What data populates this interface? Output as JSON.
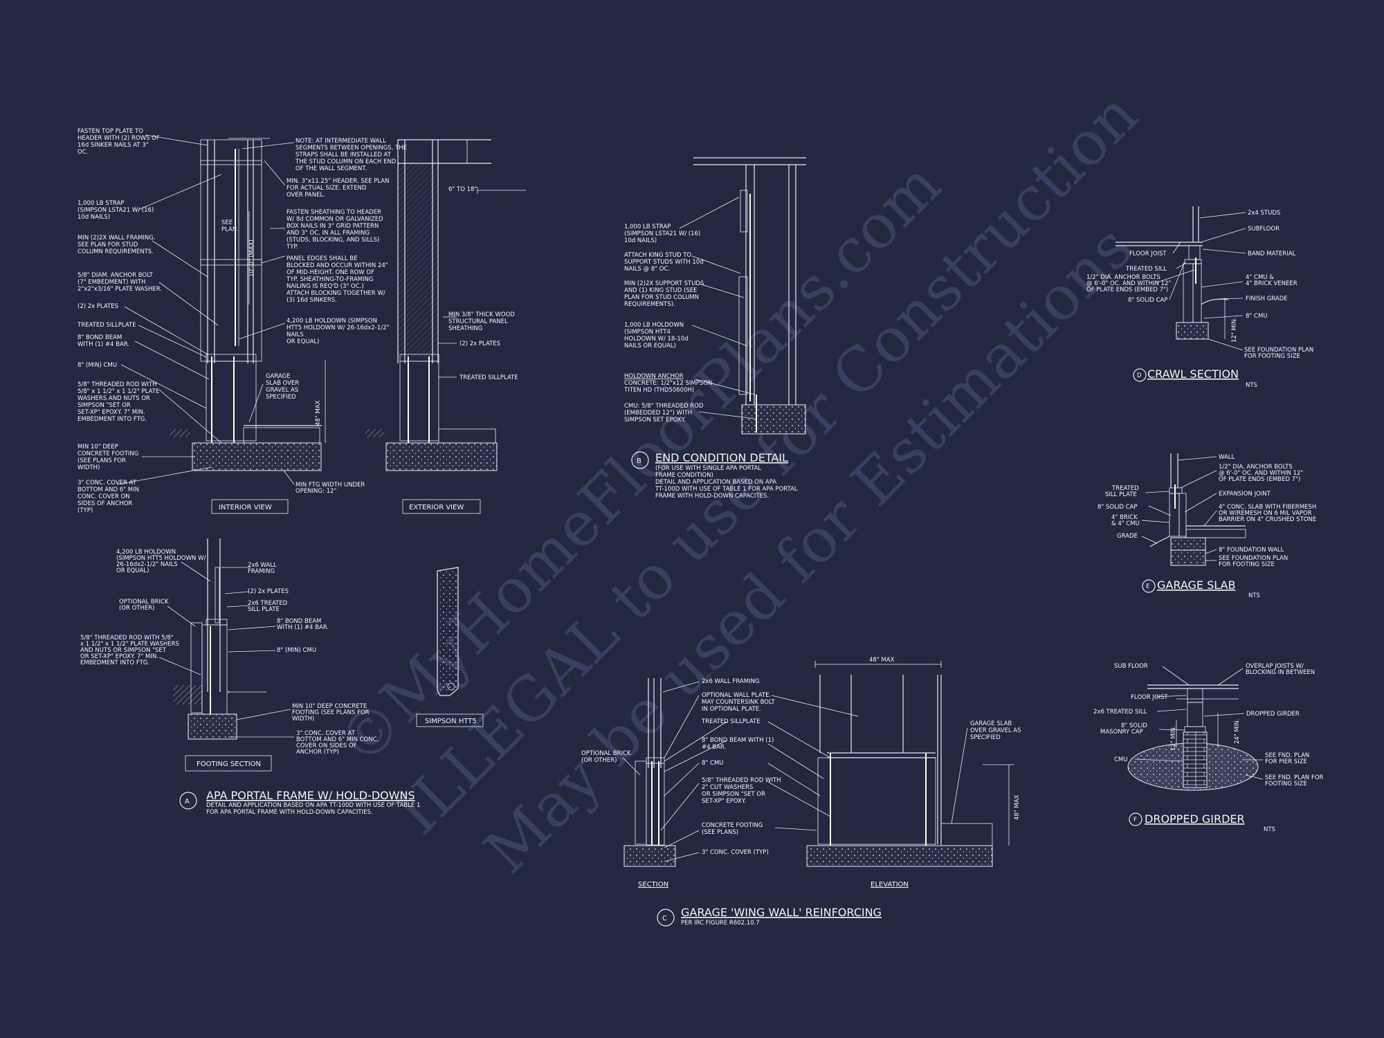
{
  "colors": {
    "background": "#232a3f",
    "linework": "#e8eaf2",
    "watermark": "#3a4360"
  },
  "watermark": {
    "line1": "©MyHomeFloorPlans.com",
    "line2": "ILLEGAL to use for Construction",
    "line3": "May be used for Estimations"
  },
  "detail_a": {
    "marker": "A",
    "title": "APA PORTAL FRAME W/ HOLD-DOWNS",
    "subtitle1": "DETAIL AND APPLICATION BASED ON APA TT-100D WITH USE OF TABLE 1",
    "subtitle2": "FOR APA PORTAL FRAME WITH HOLD-DOWN CAPACITIES.",
    "interior_view": "INTERIOR VIEW",
    "exterior_view": "EXTERIOR VIEW",
    "footing_section": "FOOTING SECTION",
    "simpson_htt5": "SIMPSON HTT5",
    "see_plan": [
      "SEE",
      "PLAN"
    ],
    "dim_max": "10'-0\" (MAX)",
    "dim_6to18": "6\" TO 18\"",
    "dim_48max": "48\" MAX",
    "left_notes": [
      [
        "FASTEN TOP PLATE TO",
        "HEADER WITH (2) ROWS OF",
        "16d SINKER NAILS AT 3\"",
        "OC."
      ],
      [
        "1,000 LB STRAP",
        "(SIMPSON LSTA21 W/ (16)",
        "10d NAILS)"
      ],
      [
        "MIN (2)2X WALL FRAMING.",
        "SEE PLAN FOR STUD",
        "COLUMN REQUIREMENTS."
      ],
      [
        "5/8\" DIAM. ANCHOR BOLT",
        "(7\" EMBEDMENT) WITH",
        "2\"x2\"x3/16\" PLATE WASHER."
      ],
      [
        "(2) 2x PLATES"
      ],
      [
        "TREATED SILLPLATE"
      ],
      [
        "8\" BOND BEAM",
        "WITH (1) #4 BAR."
      ],
      [
        "8\" (MIN) CMU"
      ],
      [
        "5/8\" THREADED ROD WITH",
        "5/8\" x 1 1/2\" x 1 1/2\" PLATE",
        "WASHERS AND NUTS OR",
        "SIMPSON \"SET OR",
        "SET-XP\" EPOXY. 7\" MIN.",
        "EMBEDMENT INTO FTG."
      ],
      [
        "MIN 10\" DEEP",
        "CONCRETE FOOTING",
        "(SEE PLANS FOR",
        "WIDTH)"
      ],
      [
        "3\" CONC. COVER AT",
        "BOTTOM AND 6\" MIN",
        "CONC. COVER ON",
        "SIDES OF ANCHOR",
        "(TYP)"
      ]
    ],
    "mid_notes": [
      [
        "NOTE: AT INTERMEDIATE WALL",
        "SEGMENTS BETWEEN OPENINGS, THE",
        "STRAPS SHALL BE INSTALLED AT",
        "THE STUD COLUMN ON EACH END",
        "OF THE WALL SEGMENT."
      ],
      [
        "MIN. 3\"x11.25\" HEADER. SEE PLAN",
        "FOR ACTUAL SIZE. EXTEND",
        "OVER PANEL."
      ],
      [
        "FASTEN SHEATHING TO HEADER",
        "W/ 8d COMMON OR GALVANIZED",
        "BOX NAILS IN 3\" GRID PATTERN",
        "AND 3\" OC. IN ALL FRAMING",
        "(STUDS, BLOCKING, AND SILLS)",
        "TYP."
      ],
      [
        "PANEL EDGES SHALL BE",
        "BLOCKED AND OCCUR WITHIN 24\"",
        "OF MID-HEIGHT. ONE ROW OF",
        "TYP. SHEATHING-TO-FRAMING",
        "NAILING IS REQ'D (3\" OC.)",
        "ATTACH BLOCKING TOGETHER W/",
        "(3) 16d SINKERS."
      ],
      [
        "4,200 LB HOLDOWN (SIMPSON",
        "HTT5 HOLDOWN W/ 26-16dx2-1/2\"",
        "NAILS",
        "OR EQUAL)"
      ],
      [
        "GARAGE",
        "SLAB OVER",
        "GRAVEL AS",
        "SPECIFIED"
      ],
      [
        "MIN FTG WIDTH UNDER",
        "OPENING: 12\""
      ]
    ],
    "ext_notes": [
      [
        "MIN 3/8\" THICK WOOD",
        "STRUCTURAL PANEL",
        "SHEATHING"
      ],
      [
        "(2) 2x PLATES"
      ],
      [
        "TREATED SILLPLATE"
      ]
    ],
    "footing_notes": [
      [
        "4,200 LB HOLDOWN",
        "(SIMPSON HTT5 HOLDOWN W/",
        "26-16dx2-1/2\" NAILS",
        "OR EQUAL)"
      ],
      [
        "2x6 WALL",
        "FRAMING"
      ],
      [
        "(2) 2x PLATES"
      ],
      [
        "2x6 TREATED",
        "SILL PLATE"
      ],
      [
        "OPTIONAL BRICK",
        "(OR OTHER)"
      ],
      [
        "8\" BOND BEAM",
        "WITH (1) #4 BAR."
      ],
      [
        "8\" (MIN) CMU"
      ],
      [
        "5/8\" THREADED ROD WITH 5/8\"",
        "x 1 1/2\" x 1 1/2\" PLATE WASHERS",
        "AND NUTS OR SIMPSON \"SET",
        "OR SET-XP\" EPOXY. 7\" MIN.",
        "EMBEDMENT INTO FTG."
      ],
      [
        "MIN 10\" DEEP CONCRETE",
        "FOOTING (SEE PLANS FOR",
        "WIDTH)"
      ],
      [
        "3\" CONC. COVER AT",
        "BOTTOM AND 6\" MIN CONC.",
        "COVER ON SIDES OF",
        "ANCHOR (TYP)"
      ]
    ]
  },
  "detail_b": {
    "marker": "B",
    "title": "END CONDITION DETAIL",
    "subtitle": [
      "(FOR USE WITH SINGLE APA PORTAL",
      "FRAME CONDITION)",
      "DETAIL AND APPLICATION BASED ON APA",
      "TT-100D WITH USE OF TABLE 1 FOR APA PORTAL",
      "FRAME WITH HOLD-DOWN CAPACITES."
    ],
    "notes": [
      [
        "1,000 LB STRAP",
        "(SIMPSON LSTA21 W/ (16)",
        "10d NAILS)"
      ],
      [
        "ATTACH KING STUD TO",
        "SUPPORT STUDS WITH 10d",
        "NAILS @ 8\" OC."
      ],
      [
        "MIN (2)2X SUPPORT STUDS",
        "AND (1) KING STUD (SEE",
        "PLAN FOR STUD COLUMN",
        "REQUIREMENTS)."
      ],
      [
        "1,000 LB HOLDOWN",
        "(SIMPSON HTT4",
        "HOLDOWN W/ 18-10d",
        "NAILS OR EQUAL)"
      ],
      [
        "HOLDOWN ANCHOR",
        "CONCRETE: 1/2\"x12 SIMPSON",
        "TITEN HD (THD50600H)"
      ],
      [
        "CMU: 5/8\" THREADED ROD",
        "(EMBEDDED 12\") WITH",
        "SIMPSON SET EPOXY."
      ]
    ]
  },
  "detail_c": {
    "marker": "C",
    "title": "GARAGE 'WING WALL' REINFORCING",
    "subtitle": "PER IRC FIGURE R602.10.7",
    "section_label": "SECTION",
    "elevation_label": "ELEVATION",
    "dim_top": "48\" MAX",
    "dim_side": "48\" MAX",
    "notes": [
      [
        "2x6 WALL FRAMING"
      ],
      [
        "OPTIONAL WALL PLATE.",
        "MAY COUNTERSINK BOLT",
        "IN OPTIONAL PLATE."
      ],
      [
        "TREATED SILLPLATE"
      ],
      [
        "8\" BOND BEAM WITH (1)",
        "#4 BAR."
      ],
      [
        "8\" CMU"
      ],
      [
        "5/8\" THREADED ROD WITH",
        "2\" CUT WASHERS",
        "OR SIMPSON \"SET OR",
        "SET-XP\" EPOXY."
      ],
      [
        "CONCRETE FOOTING",
        "(SEE PLANS)"
      ],
      [
        "3\" CONC. COVER (TYP)"
      ],
      [
        "OPTIONAL BRICK",
        "(OR OTHER)"
      ],
      [
        "GARAGE SLAB",
        "OVER GRAVEL AS",
        "SPECIFIED"
      ]
    ]
  },
  "detail_d": {
    "marker": "D",
    "title": "CRAWL SECTION",
    "scale": "NTS",
    "dim": "12\" MIN.",
    "notes": [
      [
        "2x4 STUDS"
      ],
      [
        "SUBFLOOR"
      ],
      [
        "FLOOR JOIST"
      ],
      [
        "BAND MATERIAL"
      ],
      [
        "TREATED SILL"
      ],
      [
        "1/2\" DIA. ANCHOR BOLTS",
        "@ 6'-0\" OC. AND WITHIN 12\"",
        "OF PLATE ENDS (EMBED 7\")"
      ],
      [
        "4\" CMU &",
        "4\" BRICK VENEER"
      ],
      [
        "8\" SOLID CAP"
      ],
      [
        "FINISH GRADE"
      ],
      [
        "8\" CMU"
      ],
      [
        "SEE FOUNDATION PLAN",
        "FOR FOOTING SIZE"
      ]
    ]
  },
  "detail_e": {
    "marker": "E",
    "title": "GARAGE SLAB",
    "scale": "NTS",
    "notes": [
      [
        "WALL"
      ],
      [
        "1/2\" DIA. ANCHOR BOLTS",
        "@ 6'-0\" OC. AND WITHIN 12\"",
        "OF PLATE ENDS (EMBED 7\")"
      ],
      [
        "TREATED",
        "SILL PLATE"
      ],
      [
        "EXPANSION JOINT"
      ],
      [
        "8\" SOLID CAP"
      ],
      [
        "4\" CONC. SLAB WITH FIBERMESH",
        "OR WIREMESH ON 6 MIL VAPOR",
        "BARRIER ON 4\" CRUSHED STONE"
      ],
      [
        "4\" BRICK",
        "& 4\" CMU"
      ],
      [
        "GRADE"
      ],
      [
        "8\" FOUNDATION WALL"
      ],
      [
        "SEE FOUNDATION PLAN",
        "FOR FOOTING SIZE"
      ]
    ]
  },
  "detail_f": {
    "marker": "F",
    "title": "DROPPED GIRDER",
    "scale": "NTS",
    "dim1": "12\" MIN.",
    "dim2": "24\" MIN.",
    "notes": [
      [
        "SUB FLOOR"
      ],
      [
        "OVERLAP JOISTS W/",
        "BLOCKING IN BETWEEN"
      ],
      [
        "FLOOR JOIST"
      ],
      [
        "2x6 TREATED SILL"
      ],
      [
        "DROPPED GIRDER"
      ],
      [
        "8\" SOLID",
        "MASONRY CAP"
      ],
      [
        "CMU"
      ],
      [
        "SEE FND. PLAN",
        "FOR PIER SIZE"
      ],
      [
        "SEE FND. PLAN FOR",
        "FOOTING SIZE"
      ]
    ]
  }
}
